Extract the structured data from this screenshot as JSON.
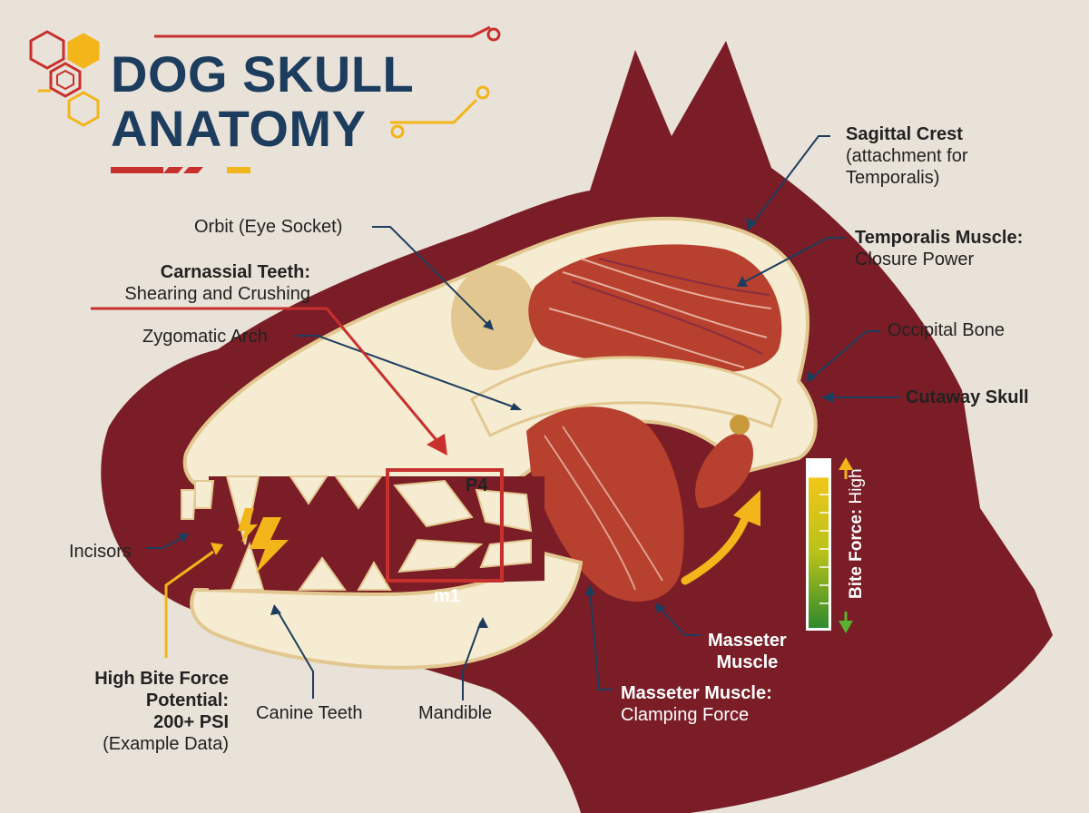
{
  "title": {
    "line1": "DOG SKULL",
    "line2": "ANATOMY"
  },
  "labels": {
    "sagittal_crest": {
      "heading": "Sagittal Crest",
      "line2": "(attachment for",
      "line3": "Temporalis)"
    },
    "temporalis": {
      "heading": "Temporalis Muscle:",
      "sub": "Closure Power"
    },
    "occipital": {
      "text": "Occipital Bone"
    },
    "cutaway": {
      "text": "Cutaway Skull"
    },
    "orbit": {
      "text": "Orbit (Eye Socket)"
    },
    "carnassial": {
      "heading": "Carnassial Teeth:",
      "sub": "Shearing and Crushing"
    },
    "zygomatic": {
      "text": "Zygomatic Arch"
    },
    "incisors": {
      "text": "Incisors"
    },
    "bite_force_potential": {
      "line1": "High Bite Force",
      "line2": "Potential:",
      "line3": "200+ PSI",
      "line4": "(Example Data)"
    },
    "canine": {
      "text": "Canine Teeth"
    },
    "mandible": {
      "text": "Mandible"
    },
    "masseter_muscle": {
      "line1": "Masseter",
      "line2": "Muscle"
    },
    "masseter_clamp": {
      "heading": "Masseter Muscle:",
      "sub": "Clamping Force"
    }
  },
  "teeth_tags": {
    "p4": "P4",
    "m1": "m1"
  },
  "gauge": {
    "label": "Bite Force:",
    "level_text": "High",
    "level": 0.9
  },
  "colors": {
    "background": "#e9e2d8",
    "silhouette": "#7a1d26",
    "bone": "#f6ecd2",
    "bone_shadow": "#e2c890",
    "muscle": "#b8402e",
    "title": "#1d3d5e",
    "callout_line": "#1d3d5e",
    "accent_red": "#c8302e",
    "accent_yellow": "#f2b51a"
  },
  "icons": [
    "hexagon-molecule-icon",
    "circuit-line-icon",
    "lightning-bolt-icon",
    "curved-arrow-icon"
  ]
}
